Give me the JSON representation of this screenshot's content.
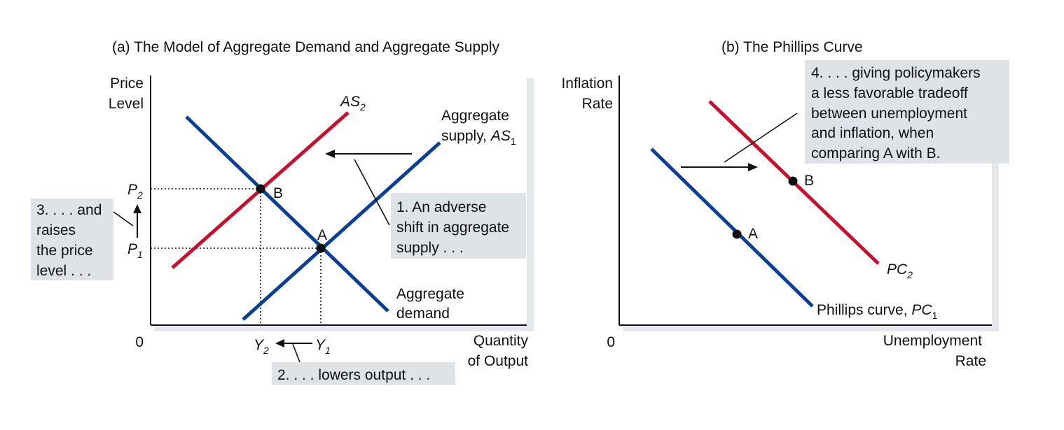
{
  "panel_a": {
    "title": "(a) The Model of Aggregate Demand and Aggregate Supply",
    "y_axis_label_1": "Price",
    "y_axis_label_2": "Level",
    "x_axis_label_1": "Quantity",
    "x_axis_label_2": "of Output",
    "origin": "0",
    "as2_label": "AS",
    "as2_sub": "2",
    "as1_label_1": "Aggregate",
    "as1_label_2": "supply, ",
    "as1_label_ital": "AS",
    "as1_sub": "1",
    "ad_label_1": "Aggregate",
    "ad_label_2": "demand",
    "point_a": "A",
    "point_b": "B",
    "p2": "P",
    "p2_sub": "2",
    "p1": "P",
    "p1_sub": "1",
    "y2": "Y",
    "y2_sub": "2",
    "y1": "Y",
    "y1_sub": "1",
    "note1_1": "1. An adverse",
    "note1_2": "shift in aggregate",
    "note1_3": "supply . . .",
    "note2": "2. . . . lowers output . . .",
    "note3_1": "3. . . . and",
    "note3_2": "raises",
    "note3_3": "the price",
    "note3_4": "level . . ."
  },
  "panel_b": {
    "title": "(b) The Phillips Curve",
    "y_axis_label_1": "Inflation",
    "y_axis_label_2": "Rate",
    "x_axis_label_1": "Unemployment",
    "x_axis_label_2": "Rate",
    "origin": "0",
    "point_a": "A",
    "point_b": "B",
    "pc2": "PC",
    "pc2_sub": "2",
    "pc1_prefix": "Phillips curve, ",
    "pc1": "PC",
    "pc1_sub": "1",
    "note4_1": "4. . . . giving policymakers",
    "note4_2": "a less favorable tradeoff",
    "note4_3": "between unemployment",
    "note4_4": "and inflation, when",
    "note4_5": "comparing A with B."
  },
  "colors": {
    "blue_curve": "#0a3f94",
    "red_curve": "#c8102e",
    "callout_box": "#dfe2e6",
    "text": "#111111"
  }
}
